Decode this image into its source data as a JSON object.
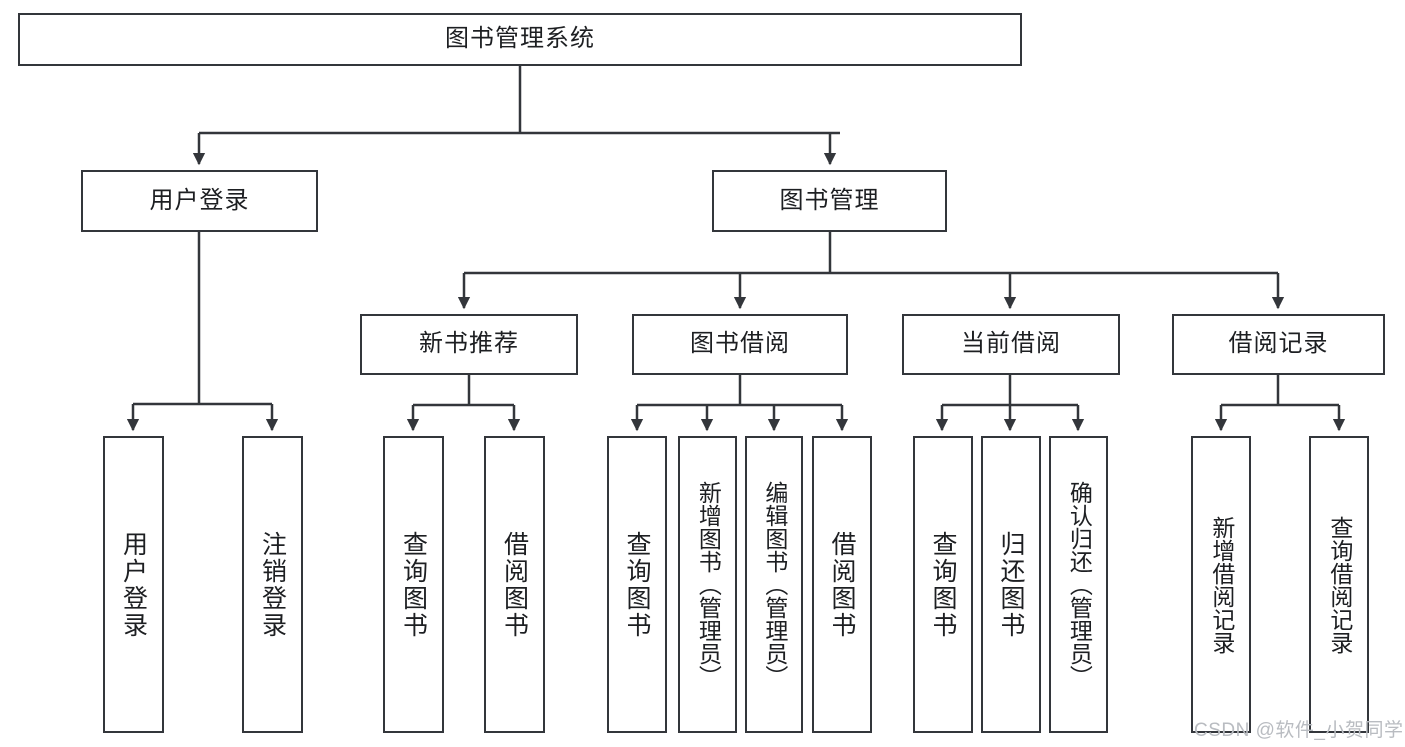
{
  "diagram": {
    "title": "图书管理系统",
    "type": "tree-hierarchy-chart",
    "root": {
      "label": "图书管理系统"
    },
    "level2": [
      {
        "label": "用户登录"
      },
      {
        "label": "图书管理"
      }
    ],
    "level3": [
      {
        "label": "新书推荐"
      },
      {
        "label": "图书借阅"
      },
      {
        "label": "当前借阅"
      },
      {
        "label": "借阅记录"
      }
    ],
    "leaves": {
      "user_login": [
        {
          "label": "用户登录"
        },
        {
          "label": "注销登录"
        }
      ],
      "new_book_recommend": [
        {
          "label": "查询图书"
        },
        {
          "label": "借阅图书"
        }
      ],
      "book_borrow": [
        {
          "label": "查询图书"
        },
        {
          "label": "新增图书（管理员）"
        },
        {
          "label": "编辑图书（管理员）"
        },
        {
          "label": "借阅图书"
        }
      ],
      "current_borrow": [
        {
          "label": "查询图书"
        },
        {
          "label": "归还图书"
        },
        {
          "label": "确认归还（管理员）"
        }
      ],
      "borrow_record": [
        {
          "label": "新增借阅记录"
        },
        {
          "label": "查询借阅记录"
        }
      ]
    }
  },
  "watermark": {
    "text": "CSDN @软件_小贺同学"
  },
  "colors": {
    "stroke": "#33363b",
    "text": "#1d1f22",
    "background": "#ffffff",
    "watermark": "#b9bcc1"
  }
}
